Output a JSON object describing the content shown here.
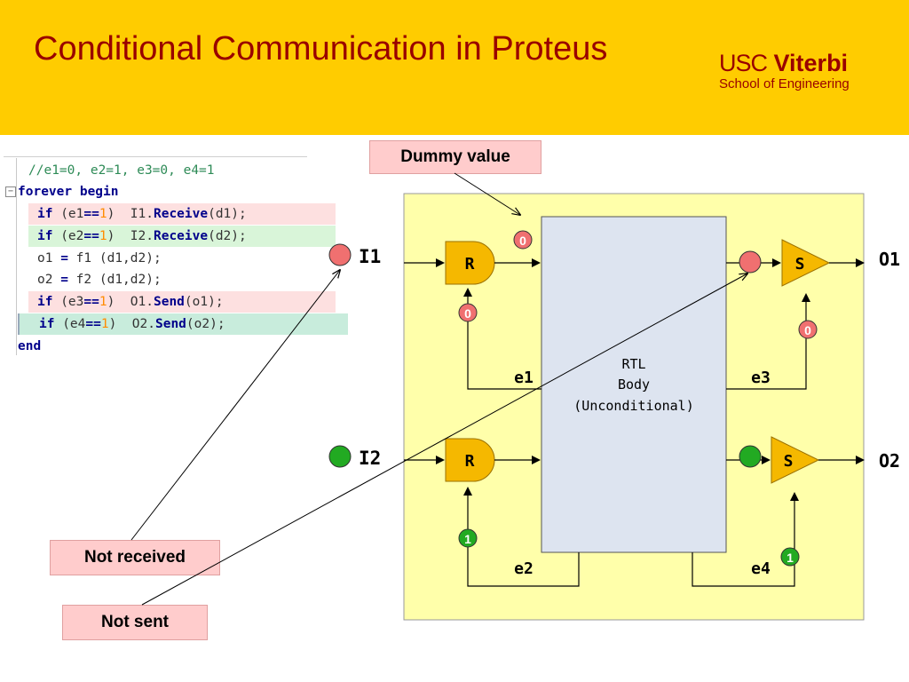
{
  "slide": {
    "title": "Conditional Communication in Proteus",
    "logo_line1_a": "USC",
    "logo_line1_b": "Viterbi",
    "logo_line2": "School of Engineering"
  },
  "code": {
    "line1": "//e1=0, e2=1, e3=0, e4=1",
    "line2_kw": "forever begin",
    "line3": {
      "kw": "if",
      "open": " (e1",
      "eq": "==",
      "num": "1",
      "close": ")  I1.",
      "call": "Receive",
      "arg": "(d1);"
    },
    "line4": {
      "kw": "if",
      "open": " (e2",
      "eq": "==",
      "num": "1",
      "close": ")  I2.",
      "call": "Receive",
      "arg": "(d2);"
    },
    "line5": {
      "a": "o1 ",
      "eq": "=",
      "b": " f1 ",
      "c": "(d1,d2);"
    },
    "line6": {
      "a": "o2 ",
      "eq": "=",
      "b": " f2 ",
      "c": "(d1,d2);"
    },
    "line7": {
      "kw": "if",
      "open": " (e3",
      "eq": "==",
      "num": "1",
      "close": ")  O1.",
      "call": "Send",
      "arg": "(o1);"
    },
    "line8": {
      "kw": "if",
      "open": " (e4",
      "eq": "==",
      "num": "1",
      "close": ")  O2.",
      "call": "Send",
      "arg": "(o2);"
    },
    "line9_kw": "end"
  },
  "callouts": {
    "dummy_value": "Dummy value",
    "not_received": "Not received",
    "not_sent": "Not sent"
  },
  "diagram": {
    "port_i1": "I1",
    "port_i2": "I2",
    "port_o1": "O1",
    "port_o2": "O2",
    "receive_block": "R",
    "send_block": "S",
    "edge_e1": "e1",
    "edge_e2": "e2",
    "edge_e3": "e3",
    "edge_e4": "e4",
    "rtl_line1": "RTL",
    "rtl_line2": "Body",
    "rtl_line3": "(Unconditional)",
    "badge_dummy": "0",
    "badge_e1": "0",
    "badge_e3": "0",
    "badge_e2": "1",
    "badge_e4": "1"
  },
  "colors": {
    "header_bg": "#ffcc00",
    "title": "#990000",
    "panel_bg": "#ffffaa",
    "rtl_bg": "#dde4f0",
    "block_fill": "#f5b800",
    "red_dot": "#f07070",
    "green_dot": "#22aa22",
    "callout_bg": "#ffcccc"
  }
}
